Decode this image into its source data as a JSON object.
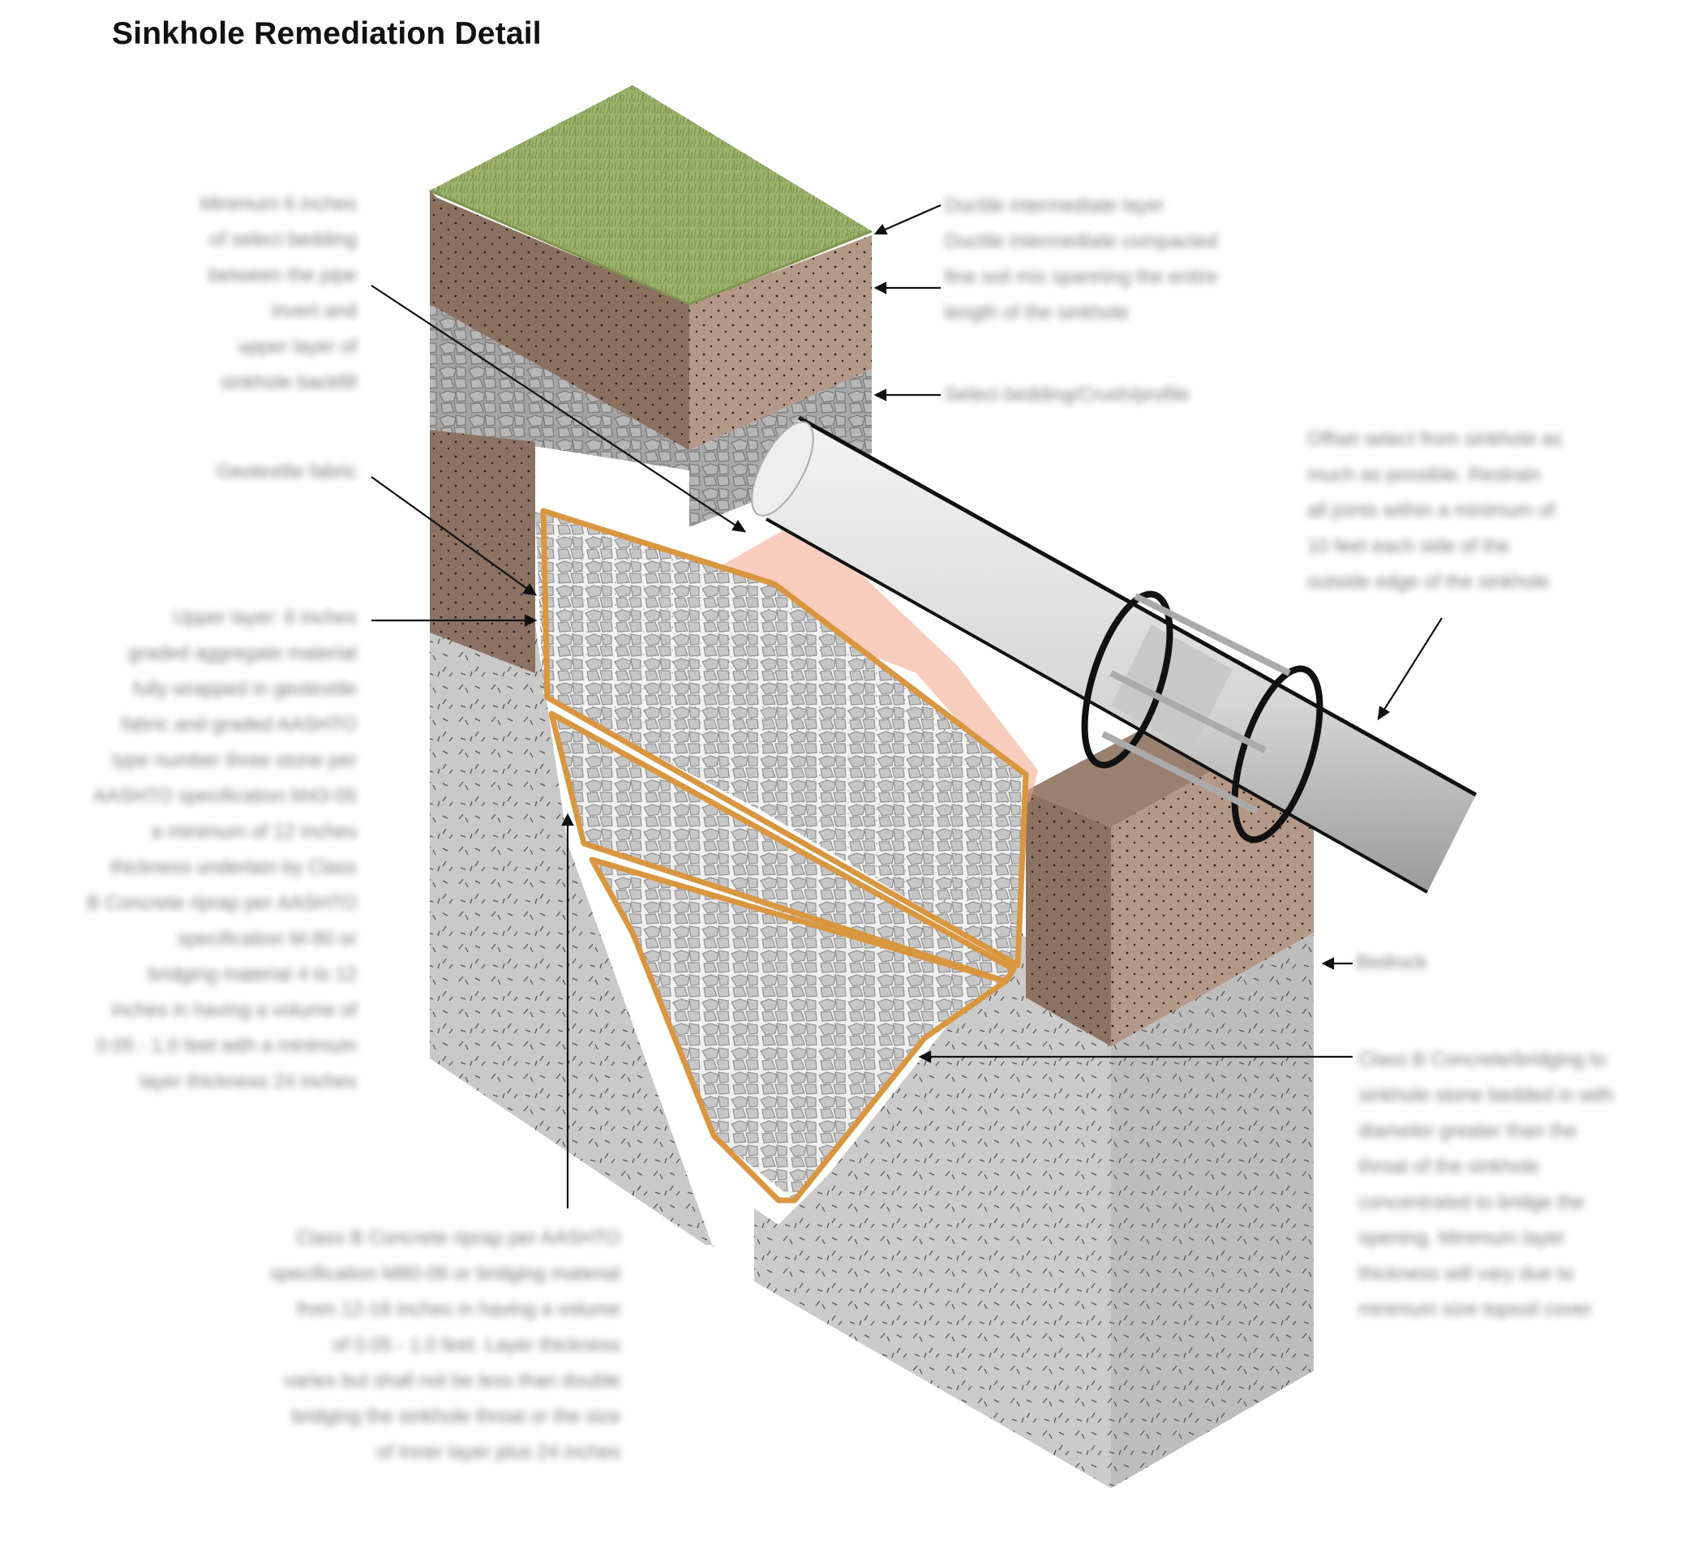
{
  "title": "Sinkhole Remediation Detail",
  "colors": {
    "grass": "#9bb068",
    "topsoil": "#8f7565",
    "topsoil_light": "#b39a8a",
    "gravel": "#a6a6a6",
    "bedrock": "#cfcfcf",
    "bedrock_dark": "#bdbdbd",
    "fill_outline": "#d99640",
    "stone": "#b3b3b3",
    "pipe": "#dcdcdc",
    "highlight": "#f2a487"
  },
  "labels": {
    "left_top": [
      "Minimum 6 inches",
      "of select bedding",
      "between the pipe",
      "invert and",
      "upper layer of",
      "sinkhole backfill"
    ],
    "left_geotextile": [
      "Geotextile fabric"
    ],
    "left_long": [
      "Upper layer: 6 inches",
      "graded aggregate material",
      "fully wrapped in geotextile",
      "fabric and graded AASHTO",
      "type number three stone per",
      "AASHTO specification M43-05",
      "a minimum of 12 inches",
      "thickness underlain by Class",
      "B Concrete riprap per AASHTO",
      "specification M-80 or",
      "bridging material 4 to 12",
      "inches in having a volume of",
      "0.05 - 1.0 feet with a minimum",
      "layer thickness 24 inches"
    ],
    "bottom": [
      "Class B Concrete riprap per AASHTO",
      "specification M80-06 or bridging material",
      "from 12-18 inches in having a volume",
      "of 0.05 - 1.0 feet. Layer thickness",
      "varies but shall not be less than double",
      "bridging the sinkhole throat or the size",
      "of Inner layer plus 24 inches"
    ],
    "right_top": [
      "Ductile intermediate layer"
    ],
    "right_top_desc": [
      "Ductile intermediate compacted",
      "fine soil mix spanning the entire",
      "length of the sinkhole"
    ],
    "right_bedding": [
      "Select bedding/Crush/profile"
    ],
    "right_pipe": [
      "Offset select from sinkhole as",
      "much as possible. Restrain",
      "all joints within a minimum of",
      "10 feet each side of the",
      "outside edge of the sinkhole"
    ],
    "right_bedrock": [
      "Bedrock"
    ],
    "right_bottom": [
      "Class B Concrete/bridging to",
      "sinkhole stone bedded in with",
      "diameter greater than the",
      "throat of the sinkhole",
      "concentrated to bridge the",
      "opening. Minimum layer",
      "thickness will vary due to",
      "minimum size topsoil cover"
    ]
  }
}
